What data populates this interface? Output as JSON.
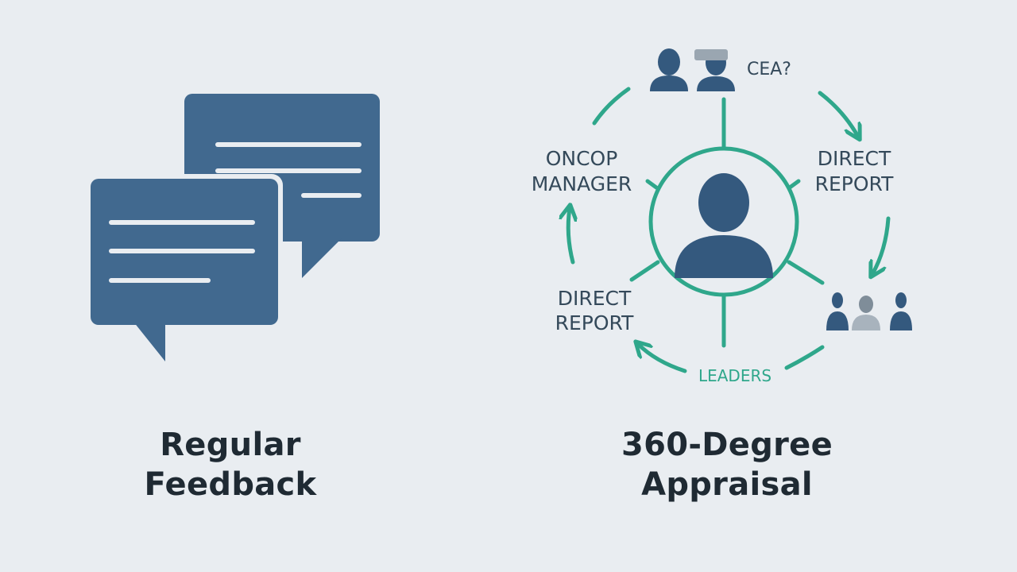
{
  "colors": {
    "background": "#e9edf1",
    "bubble": "#41698f",
    "bubble_lines": "#e9edf1",
    "ring": "#2fa78b",
    "figure": "#34597e",
    "label": "#34495a",
    "caption": "#1f2a33"
  },
  "icons": {
    "left": "speech-bubbles-icon",
    "center": "person-icon",
    "top": "people-pair-icon",
    "bottom_right": "team-group-icon"
  },
  "left_panel": {
    "caption_line1": "Regular",
    "caption_line2": "Feedback"
  },
  "right_panel": {
    "caption_line1": "360-Degree",
    "caption_line2": "Appraisal",
    "labels": {
      "top": "CEA?",
      "left_line1": "ONCOP",
      "left_line2": "MANAGER",
      "right_line1": "DIRECT",
      "right_line2": "REPORT",
      "bottom_left_line1": "DIRECT",
      "bottom_left_line2": "REPORT",
      "bottom": "LEADERS"
    }
  }
}
